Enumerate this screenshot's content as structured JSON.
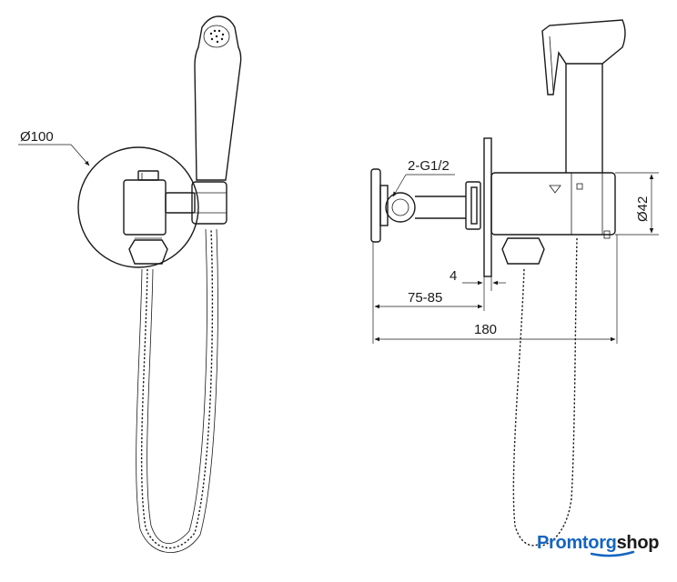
{
  "dimensions": {
    "outer_diameter": "Ø100",
    "connection_thread": "2-G1/2",
    "body_diameter": "Ø42",
    "flange_thickness": "4",
    "wall_depth": "75-85",
    "total_length": "180"
  },
  "logo": {
    "part1": "Promtorg",
    "part2": "shop",
    "accent_color": "#1565c0"
  }
}
